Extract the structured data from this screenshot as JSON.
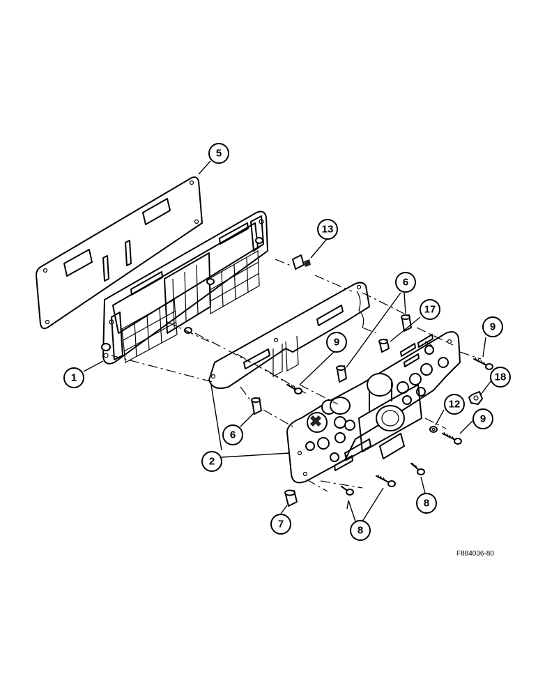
{
  "drawing_ref": "F884036-80",
  "callouts": [
    {
      "id": "c1",
      "label": "1"
    },
    {
      "id": "c2",
      "label": "2"
    },
    {
      "id": "c5",
      "label": "5"
    },
    {
      "id": "c6a",
      "label": "6"
    },
    {
      "id": "c6b",
      "label": "6"
    },
    {
      "id": "c7",
      "label": "7"
    },
    {
      "id": "c8a",
      "label": "8"
    },
    {
      "id": "c8b",
      "label": "8"
    },
    {
      "id": "c9a",
      "label": "9"
    },
    {
      "id": "c9b",
      "label": "9"
    },
    {
      "id": "c9c",
      "label": "9"
    },
    {
      "id": "c12",
      "label": "12"
    },
    {
      "id": "c13",
      "label": "13"
    },
    {
      "id": "c17",
      "label": "17"
    },
    {
      "id": "c18",
      "label": "18"
    }
  ]
}
